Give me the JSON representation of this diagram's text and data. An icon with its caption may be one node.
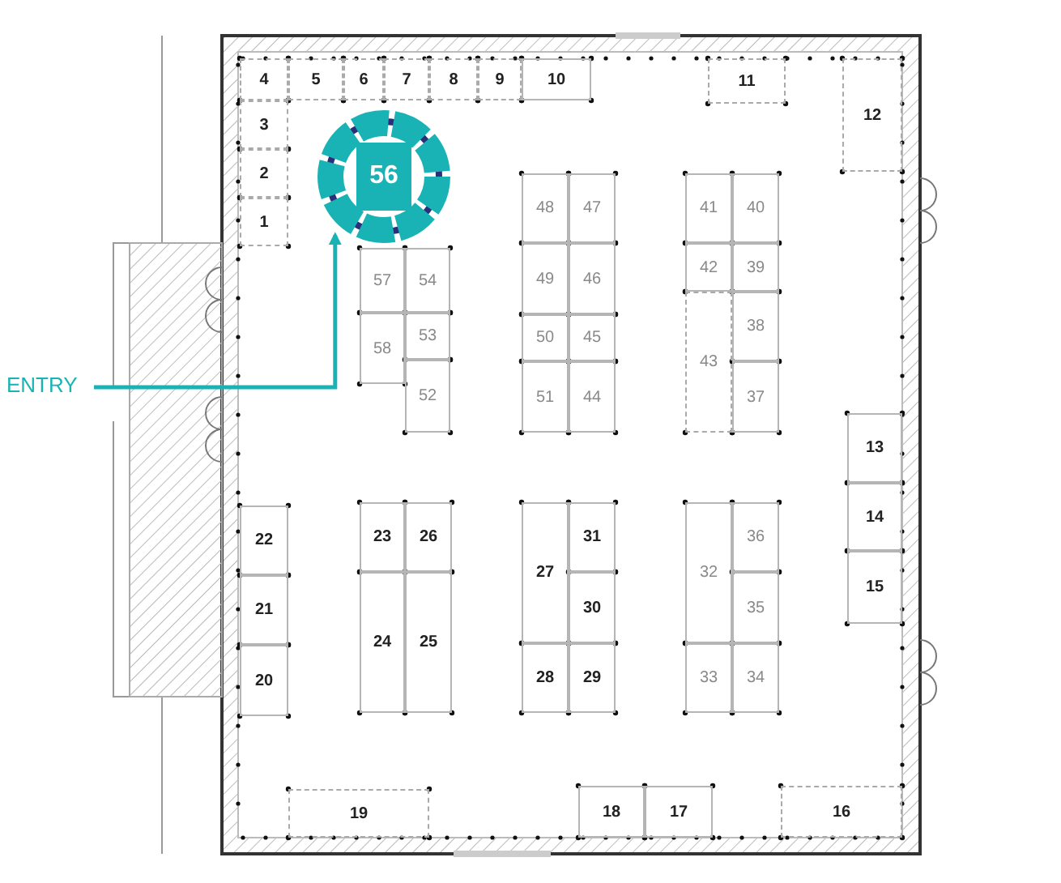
{
  "diagram": {
    "nodes": [
      {
        "text": [
          "1"
        ]
      },
      {
        "text": [
          "2"
        ]
      },
      {
        "text": [
          "3"
        ]
      },
      {
        "text": [
          "4"
        ]
      },
      {
        "text": [
          "5"
        ]
      },
      {
        "text": [
          "6"
        ]
      },
      {
        "text": [
          "7"
        ]
      },
      {
        "text": [
          "8"
        ]
      },
      {
        "text": [
          "9"
        ]
      },
      {
        "text": [
          "10"
        ]
      },
      {
        "text": [
          "11"
        ]
      },
      {
        "text": [
          "12"
        ]
      },
      {
        "text": [
          "13"
        ]
      },
      {
        "text": [
          "14"
        ]
      },
      {
        "text": [
          "15"
        ]
      },
      {
        "text": [
          "16"
        ]
      },
      {
        "text": [
          "17"
        ]
      },
      {
        "text": [
          "18"
        ]
      },
      {
        "text": [
          "19"
        ]
      },
      {
        "text": [
          "20"
        ]
      },
      {
        "text": [
          "21"
        ]
      },
      {
        "text": [
          "22"
        ]
      },
      {
        "text": [
          "23"
        ]
      },
      {
        "text": [
          "24"
        ]
      },
      {
        "text": [
          "25"
        ]
      },
      {
        "text": [
          "26"
        ]
      },
      {
        "text": [
          "27"
        ]
      },
      {
        "text": [
          "28"
        ]
      },
      {
        "text": [
          "29"
        ]
      },
      {
        "text": [
          "30"
        ]
      },
      {
        "text": [
          "31"
        ]
      },
      {
        "text": [
          "32"
        ]
      },
      {
        "text": [
          "33"
        ]
      },
      {
        "text": [
          "34"
        ]
      },
      {
        "text": [
          "35"
        ]
      },
      {
        "text": [
          "36"
        ]
      },
      {
        "text": [
          "37"
        ]
      },
      {
        "text": [
          "38"
        ]
      },
      {
        "text": [
          "39"
        ]
      },
      {
        "text": [
          "40"
        ]
      },
      {
        "text": [
          "41"
        ]
      },
      {
        "text": [
          "42"
        ]
      },
      {
        "text": [
          "43"
        ]
      },
      {
        "text": [
          "44"
        ]
      },
      {
        "text": [
          "45"
        ]
      },
      {
        "text": [
          "46"
        ]
      },
      {
        "text": [
          "47"
        ]
      },
      {
        "text": [
          "48"
        ]
      },
      {
        "text": [
          "49"
        ]
      },
      {
        "text": [
          "50"
        ]
      },
      {
        "text": [
          "51"
        ]
      },
      {
        "text": [
          "52"
        ]
      },
      {
        "text": [
          "53"
        ]
      },
      {
        "text": [
          "54"
        ]
      },
      {
        "text": [
          "56"
        ]
      },
      {
        "text": [
          "57"
        ]
      },
      {
        "text": [
          "58"
        ]
      },
      {
        "text": [
          "ENTRY"
        ]
      }
    ],
    "edges": [
      {
        "from": 57,
        "to": 54,
        "arrow": "to",
        "color": "#1ab3b5"
      }
    ]
  }
}
